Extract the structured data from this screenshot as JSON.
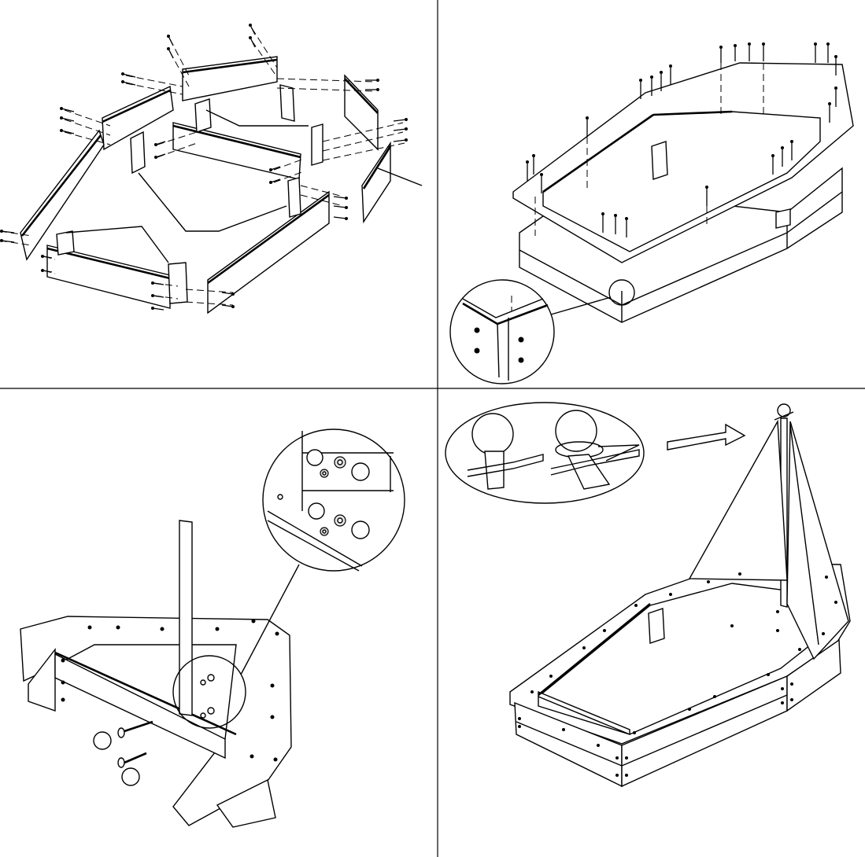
{
  "figure": {
    "panels": [
      {
        "name": "step-1-frame-assembly",
        "icon": "panels-and-screws-exploded-icon"
      },
      {
        "name": "step-2-seat-frame-mounting",
        "icon": "seat-frame-screws-icon"
      },
      {
        "name": "step-3-mast-bolting",
        "icon": "mast-bolts-nuts-icon"
      },
      {
        "name": "step-4-sail-attachment",
        "icon": "sail-ring-clip-icon"
      }
    ],
    "colors": {
      "line": "#000000",
      "background": "#ffffff",
      "fill": "#ffffff",
      "shade": "#e6e6e6"
    }
  }
}
